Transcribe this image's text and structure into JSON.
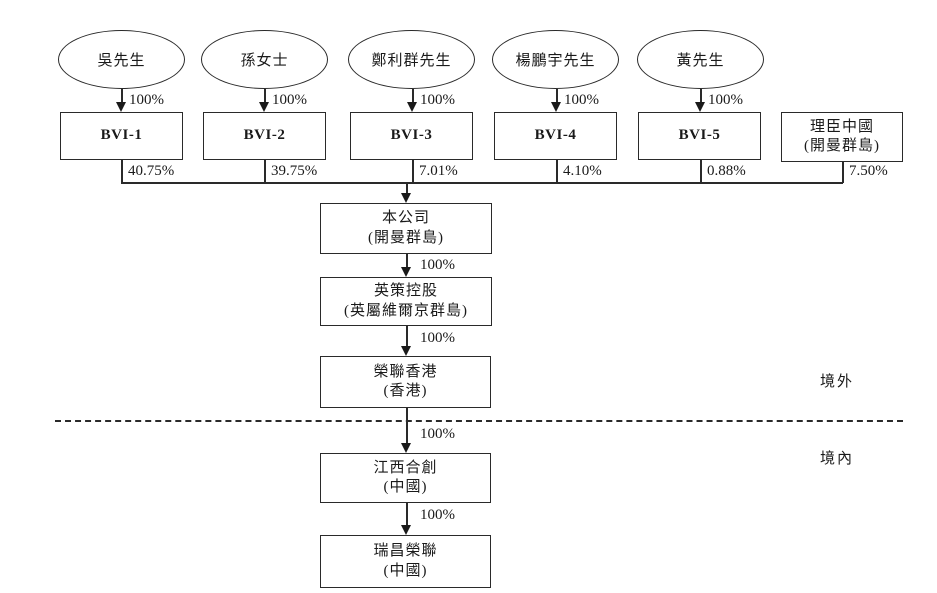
{
  "diagram": {
    "owners": [
      {
        "name": "吳先生",
        "ownership": "100%"
      },
      {
        "name": "孫女士",
        "ownership": "100%"
      },
      {
        "name": "鄭利群先生",
        "ownership": "100%"
      },
      {
        "name": "楊鵬宇先生",
        "ownership": "100%"
      },
      {
        "name": "黃先生",
        "ownership": "100%"
      }
    ],
    "holdcos": [
      {
        "name": "BVI-1",
        "stake": "40.75%"
      },
      {
        "name": "BVI-2",
        "stake": "39.75%"
      },
      {
        "name": "BVI-3",
        "stake": "7.01%"
      },
      {
        "name": "BVI-4",
        "stake": "4.10%"
      },
      {
        "name": "BVI-5",
        "stake": "0.88%"
      },
      {
        "name": "理臣中國",
        "location": "(開曼群島)",
        "stake": "7.50%"
      }
    ],
    "chain": [
      {
        "name": "本公司",
        "location": "(開曼群島)",
        "stake_below": "100%"
      },
      {
        "name": "英策控股",
        "location": "(英屬維爾京群島)",
        "stake_below": "100%"
      },
      {
        "name": "榮聯香港",
        "location": "(香港)",
        "stake_below": "100%"
      },
      {
        "name": "江西合創",
        "location": "(中國)",
        "stake_below": "100%"
      },
      {
        "name": "瑞昌榮聯",
        "location": "(中國)"
      }
    ],
    "regions": {
      "offshore": "境外",
      "onshore": "境內"
    },
    "colors": {
      "line": "#2a2a2a",
      "text": "#1a1a1a",
      "background": "#ffffff"
    }
  }
}
